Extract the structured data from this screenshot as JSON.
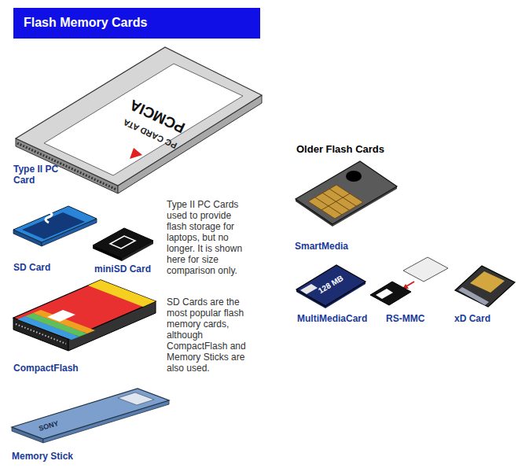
{
  "diagram": {
    "title": "Flash Memory Cards",
    "labels": [
      "Type II PC Card",
      "SD Card",
      "miniSD Card",
      "CompactFlash",
      "Memory Stick",
      "Type II PC Cards used to provide flash storage for laptops, but no longer. It is shown here for size comparison only.",
      "SD Cards are the most popular flash memory cards, although CompactFlash and Memory Sticks are also used.",
      "Older Flash Cards",
      "SmartMedia",
      "MultiMediaCard",
      "RS-MMC",
      "xD Card",
      "PC CARD ATA",
      "PCMCIA",
      "128 MB",
      "SONY"
    ]
  }
}
